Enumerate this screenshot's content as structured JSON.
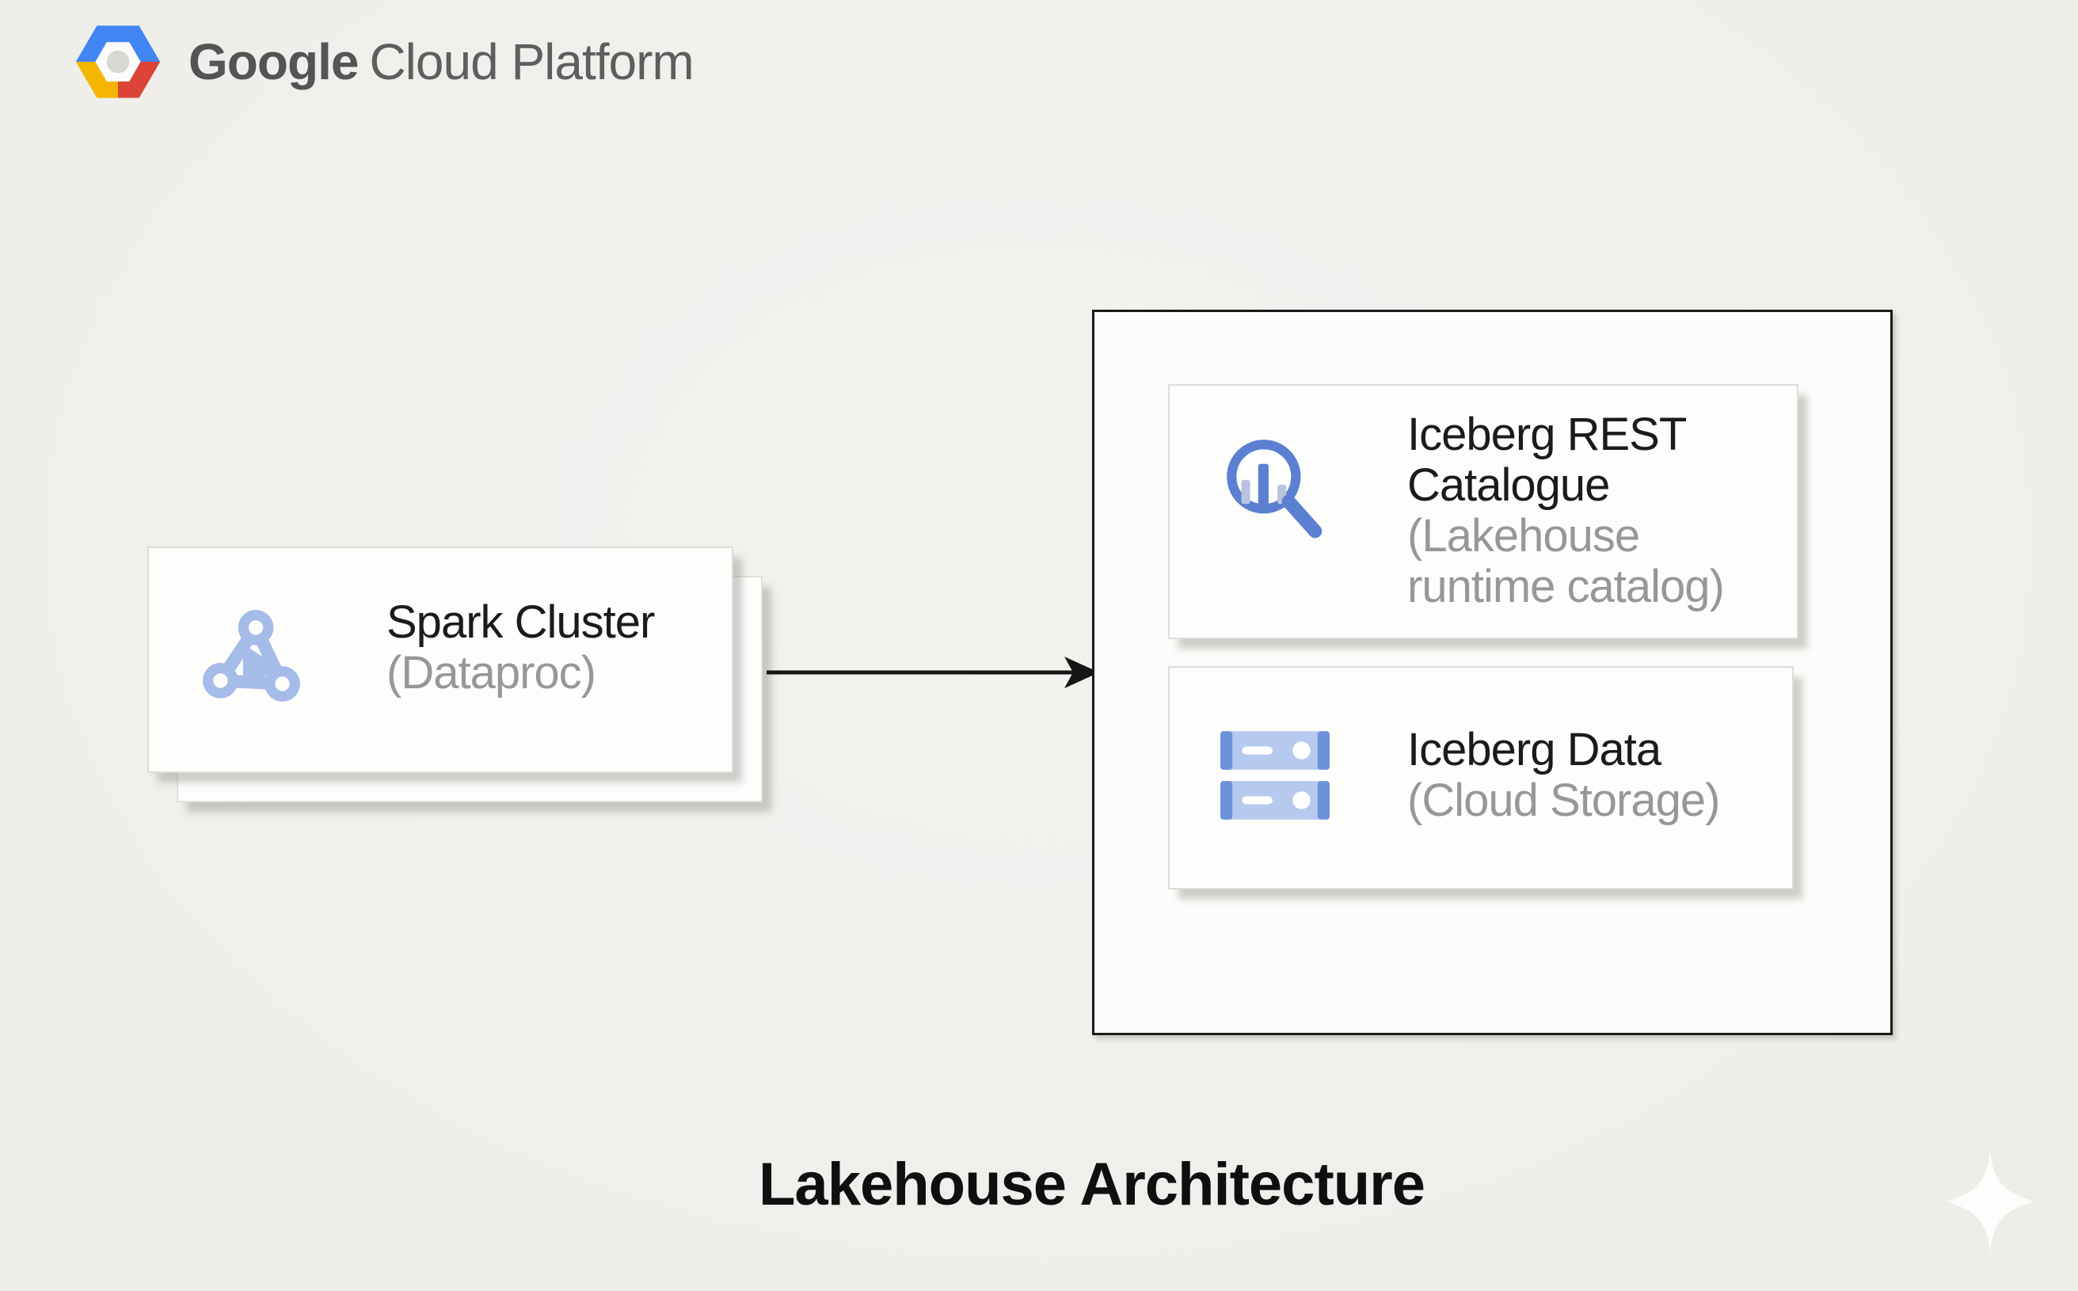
{
  "brand": {
    "google": "Google",
    "product": "Cloud Platform"
  },
  "diagram": {
    "spark_card": {
      "title": "Spark Cluster",
      "subtitle": "(Dataproc)",
      "icon": "dataproc-icon",
      "stacked_instances": 2
    },
    "arrow": {
      "direction": "right"
    },
    "container": {
      "rest_card": {
        "title": "Iceberg REST Catalogue",
        "subtitle": "(Lakehouse runtime catalog)",
        "icon": "catalog-search-icon"
      },
      "data_card": {
        "title": "Iceberg Data",
        "subtitle": "(Cloud Storage)",
        "icon": "cloud-storage-icon"
      }
    }
  },
  "footer": {
    "title": "Lakehouse Architecture"
  },
  "colors": {
    "background": "#f0efec",
    "card_background": "#fdfdfc",
    "container_border": "#1b1b1b",
    "label_text": "#1b1b1b",
    "sublabel_text": "#979797",
    "brand_text": "#575757",
    "icon_blue": "#5b80d2",
    "icon_light_blue": "#a5bce9",
    "storage_body_blue": "#b6c9ee",
    "storage_cap_blue": "#6e92da",
    "logo_blue": "#4285f4",
    "logo_red": "#db4437",
    "logo_yellow": "#f4b400",
    "arrow_black": "#151515"
  }
}
